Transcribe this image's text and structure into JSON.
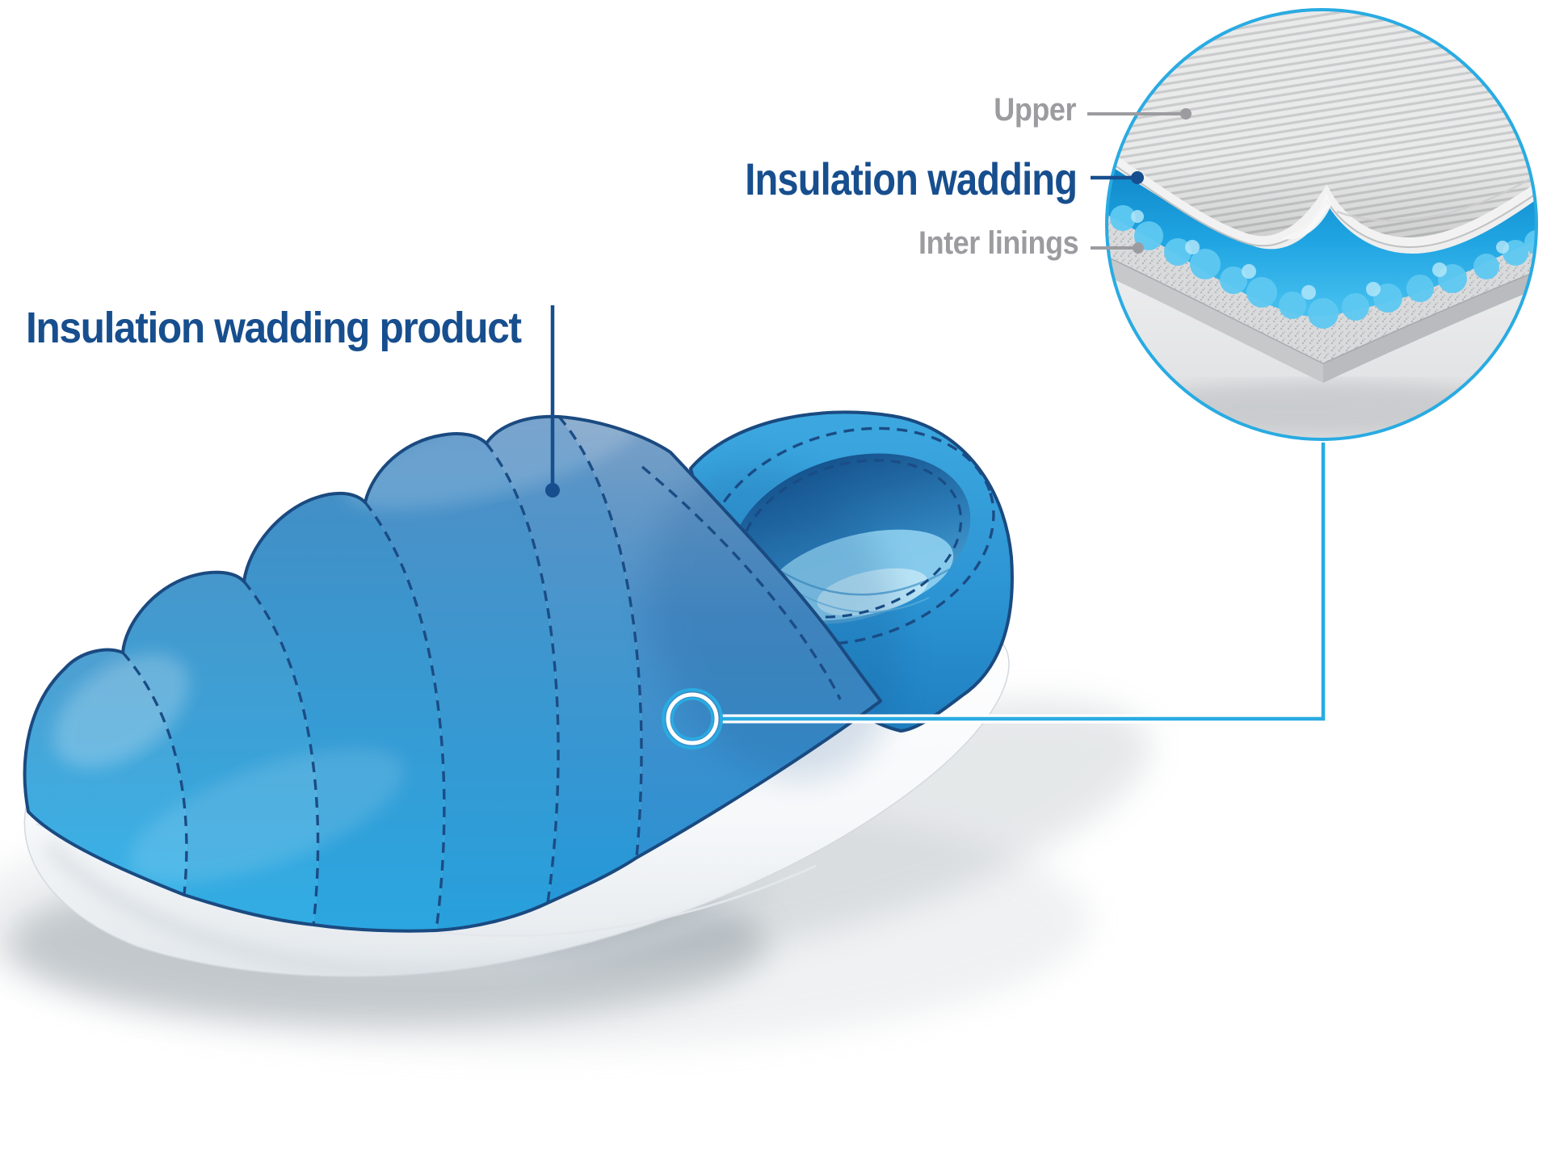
{
  "callouts": {
    "product": {
      "label": "Insulation wadding product"
    },
    "upper": {
      "label": "Upper"
    },
    "insulation_wadding": {
      "label": "Insulation wadding"
    },
    "inter_linings": {
      "label": "Inter linings"
    }
  },
  "colors": {
    "accent_cyan": "#29abe2",
    "label_navy": "#174e8e",
    "label_gray": "#9c9ca0",
    "seam_navy": "#1b4c85",
    "outline_navy": "#1a4a80",
    "connector_halo": "#ffffff"
  }
}
